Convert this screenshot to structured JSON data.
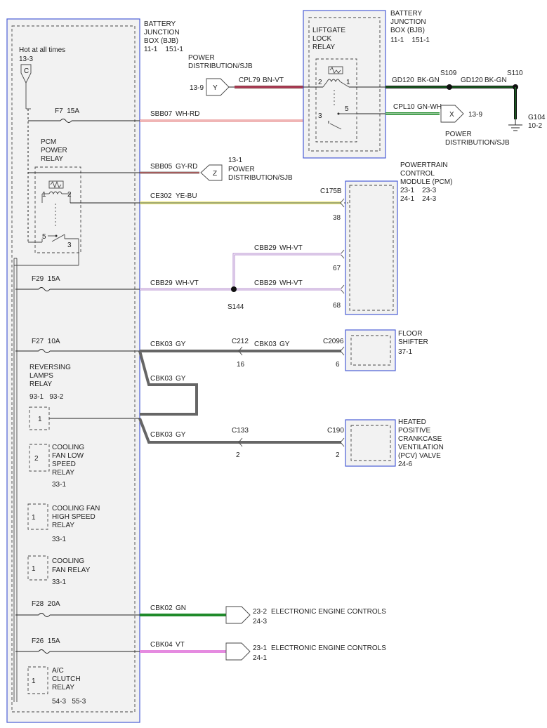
{
  "bjb": {
    "title": [
      "BATTERY",
      "JUNCTION",
      "BOX (BJB)"
    ],
    "ref": "11-1    151-1",
    "hot_label": "Hot at all times",
    "hot_ref": "13-3",
    "hot_conn": "C"
  },
  "fuses": {
    "f7": "F7  15A",
    "f29": "F29  15A",
    "f27": "F27  10A",
    "f28": "F28  20A",
    "f26": "F26  15A"
  },
  "pcm_relay": {
    "label": [
      "PCM",
      "POWER",
      "RELAY"
    ],
    "pin1": "1",
    "pin2": "2",
    "pin5": "5",
    "pin3": "3"
  },
  "reversing_relay": {
    "label": [
      "REVERSING",
      "LAMPS",
      "RELAY"
    ],
    "ref": "93-1   93-2",
    "pin": "1"
  },
  "relays": {
    "cooling_low": {
      "pin": "2",
      "label": [
        "COOLING",
        "FAN LOW",
        "SPEED",
        "RELAY",
        "33-1"
      ]
    },
    "cooling_high": {
      "pin": "1",
      "label": [
        "COOLING FAN",
        "HIGH SPEED",
        "RELAY",
        "33-1"
      ]
    },
    "cooling": {
      "pin": "1",
      "label": [
        "COOLING",
        "FAN RELAY",
        "33-1"
      ]
    },
    "ac_clutch": {
      "pin": "1",
      "label": [
        "A/C",
        "CLUTCH",
        "RELAY",
        "54-3   55-3"
      ]
    }
  },
  "wires": {
    "sbb07": "SBB07",
    "sbb07_color": "WH-RD",
    "sbb05": "SBB05",
    "sbb05_color": "GY-RD",
    "ce302": "CE302",
    "ce302_color": "YE-BU",
    "cbb29_a": "CBB29",
    "cbb29_a_color": "WH-VT",
    "cbb29_b": "CBB29",
    "cbb29_b_color": "WH-VT",
    "cbb29_c": "CBB29",
    "cbb29_c_color": "WH-VT",
    "cbk03_a": "CBK03",
    "cbk03_a_color": "GY",
    "cbk03_b": "CBK03",
    "cbk03_b_color": "GY",
    "cbk03_c": "CBK03",
    "cbk03_c_color": "GY",
    "cbk03_d": "CBK03",
    "cbk03_d_color": "GY",
    "cbk02": "CBK02",
    "cbk02_color": "GN",
    "cbk04": "CBK04",
    "cbk04_color": "VT",
    "cpl79": "CPL79",
    "cpl79_color": "BN-VT",
    "gd120_a": "GD120",
    "gd120_a_color": "BK-GN",
    "gd120_b": "GD120",
    "gd120_b_color": "BK-GN",
    "cpl10": "CPL10",
    "cpl10_color": "GN-WH"
  },
  "power_dist_y": {
    "title": [
      "POWER",
      "DISTRIBUTION/SJB"
    ],
    "ref": "13-9",
    "conn": "Y"
  },
  "power_dist_z": {
    "ref": "13-1",
    "title": [
      "POWER",
      "DISTRIBUTION/SJB"
    ],
    "conn": "Z"
  },
  "power_dist_x": {
    "ref": "13-9",
    "title": [
      "POWER",
      "DISTRIBUTION/SJB"
    ],
    "conn": "X"
  },
  "liftgate_relay": {
    "label": [
      "LIFTGATE",
      "LOCK",
      "RELAY"
    ],
    "pin2": "2",
    "pin1": "1",
    "pin3": "3",
    "pin5": "5"
  },
  "bjb2": {
    "title": [
      "BATTERY",
      "JUNCTION",
      "BOX (BJB)"
    ],
    "ref": "11-1    151-1"
  },
  "splices": {
    "s109": "S109",
    "s110": "S110",
    "s144": "S144"
  },
  "ground": {
    "name": "G104",
    "ref": "10-2"
  },
  "pcm": {
    "title": [
      "POWERTRAIN",
      "CONTROL",
      "MODULE (PCM)",
      "23-1    23-3",
      "24-1    24-3"
    ],
    "conn": "C175B",
    "pin38": "38",
    "pin67": "67",
    "pin68": "68"
  },
  "floor_shifter": {
    "title": [
      "FLOOR",
      "SHIFTER",
      "37-1"
    ],
    "conn": "C2096",
    "pin": "6"
  },
  "pcv": {
    "title": [
      "HEATED",
      "POSITIVE",
      "CRANKCASE",
      "VENTILATION",
      "(PCV) VALVE",
      "24-6"
    ],
    "conn": "C190",
    "pin": "2"
  },
  "connectors": {
    "c212": "C212",
    "c212_pin": "16",
    "c133": "C133",
    "c133_pin": "2"
  },
  "eec1": {
    "label": "ELECTRONIC ENGINE CONTROLS",
    "ref1": "23-2",
    "ref2": "24-3"
  },
  "eec2": {
    "label": "ELECTRONIC ENGINE CONTROLS",
    "ref1": "23-1",
    "ref2": "24-1"
  },
  "colors": {
    "box_border": "#4a5dd6",
    "wire_red": "#e06b6b",
    "wire_gray": "#666666",
    "wire_yellow": "#e8df4a",
    "wire_violet": "#b58ccf",
    "wire_green": "#1f8a2a",
    "wire_pink": "#e58be0",
    "wire_brown": "#7a2b2b",
    "wire_black": "#111111"
  }
}
